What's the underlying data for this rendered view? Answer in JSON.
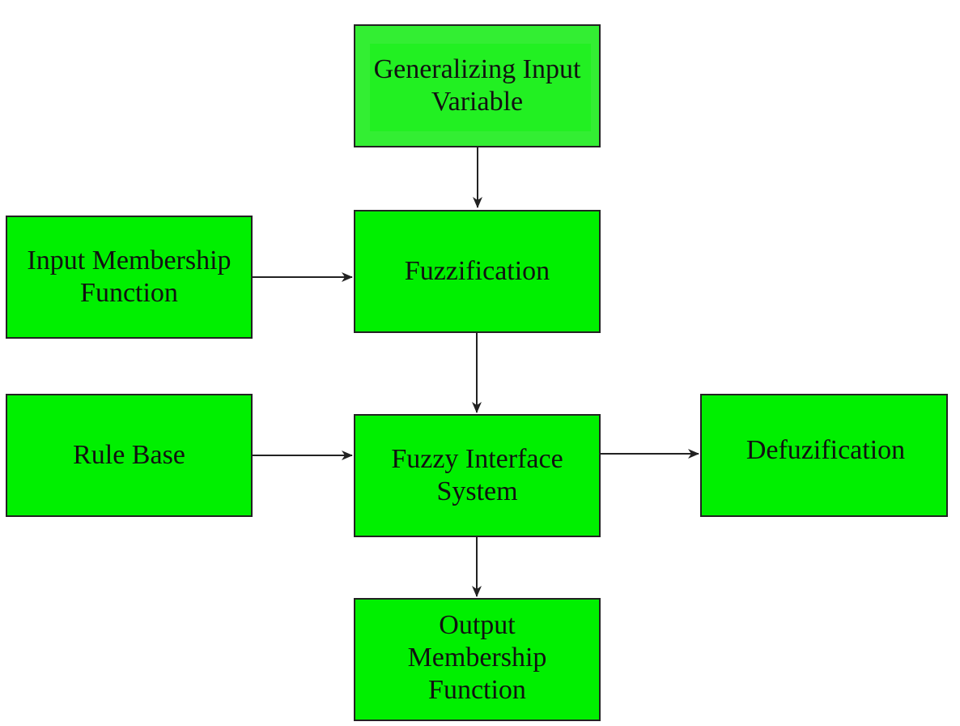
{
  "colors": {
    "box_fill": "#00f000",
    "box_fill_top": "#33ee33",
    "border": "#222222",
    "arrow": "#222222",
    "background": "#ffffff"
  },
  "nodes": {
    "generalizing_input_variable": "Generalizing Input\nVariable",
    "input_membership_function": "Input Membership\nFunction",
    "fuzzification": "Fuzzification",
    "rule_base": "Rule Base",
    "fuzzy_interface_system": "Fuzzy Interface\nSystem",
    "defuzification": "Defuzification",
    "output_membership_function": "Output\nMembership\nFunction"
  },
  "edges": [
    {
      "from": "generalizing_input_variable",
      "to": "fuzzification"
    },
    {
      "from": "input_membership_function",
      "to": "fuzzification"
    },
    {
      "from": "fuzzification",
      "to": "fuzzy_interface_system"
    },
    {
      "from": "rule_base",
      "to": "fuzzy_interface_system"
    },
    {
      "from": "fuzzy_interface_system",
      "to": "defuzification"
    },
    {
      "from": "fuzzy_interface_system",
      "to": "output_membership_function"
    }
  ]
}
